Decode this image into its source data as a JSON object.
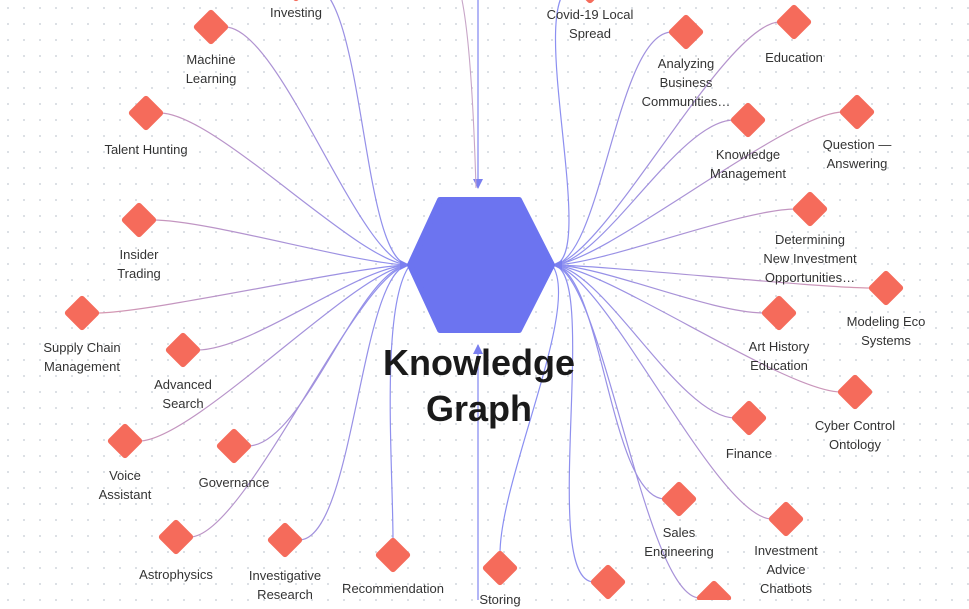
{
  "center": {
    "title": "Knowledge\nGraph"
  },
  "colors": {
    "hexagon": "#6c74f0",
    "diamond": "#f56b5b",
    "edge_node_side": "#ef9a9a",
    "edge_center_side": "#8a8ff2",
    "arrow": "#7a7ff0"
  },
  "nodes": [
    {
      "id": "machine-learning",
      "label": "Machine\nLearning"
    },
    {
      "id": "investing",
      "label": "Investing"
    },
    {
      "id": "talent-hunting",
      "label": "Talent Hunting"
    },
    {
      "id": "insider-trading",
      "label": "Insider\nTrading"
    },
    {
      "id": "supply-chain",
      "label": "Supply Chain\nManagement"
    },
    {
      "id": "advanced-search",
      "label": "Advanced\nSearch"
    },
    {
      "id": "voice-assistant",
      "label": "Voice\nAssistant"
    },
    {
      "id": "governance",
      "label": "Governance"
    },
    {
      "id": "astrophysics",
      "label": "Astrophysics"
    },
    {
      "id": "investigative-research",
      "label": "Investigative\nResearch"
    },
    {
      "id": "recommendation",
      "label": "Recommendation"
    },
    {
      "id": "storing",
      "label": "Storing"
    },
    {
      "id": "covid-spread",
      "label": "Covid-19 Local\nSpread"
    },
    {
      "id": "analyzing-business",
      "label": "Analyzing\nBusiness\nCommunities…"
    },
    {
      "id": "education",
      "label": "Education"
    },
    {
      "id": "knowledge-management",
      "label": "Knowledge\nManagement"
    },
    {
      "id": "question-answering",
      "label": "Question —\nAnswering"
    },
    {
      "id": "new-investment",
      "label": "Determining\nNew Investment\nOpportunities…"
    },
    {
      "id": "modeling-eco",
      "label": "Modeling Eco\nSystems"
    },
    {
      "id": "art-history",
      "label": "Art History\nEducation"
    },
    {
      "id": "cyber-control",
      "label": "Cyber Control\nOntology"
    },
    {
      "id": "finance",
      "label": "Finance"
    },
    {
      "id": "sales-engineering",
      "label": "Sales\nEngineering"
    },
    {
      "id": "investment-advice",
      "label": "Investment\nAdvice\nChatbots"
    },
    {
      "id": "bottom-partial-1",
      "label": ""
    },
    {
      "id": "bottom-partial-2",
      "label": ""
    }
  ]
}
